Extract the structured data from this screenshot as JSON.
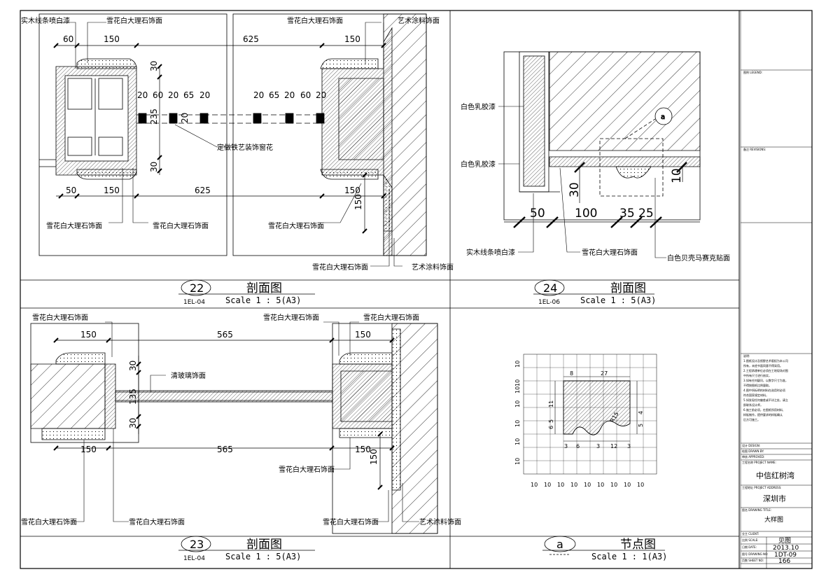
{
  "materials": {
    "marble": "雪花白大理石饰面",
    "wood_paint": "实木线条喷白漆",
    "art_coating": "艺术涂料饰面",
    "iron_grille": "定做铁艺装饰窗花",
    "latex_paint": "白色乳胶漆",
    "mosaic": "白色贝壳马赛克贴面",
    "glass": "清玻璃饰面"
  },
  "sections": {
    "s22": {
      "number": "22",
      "ref": "1EL-04",
      "title": "剖面图",
      "scale": "Scale 1 : 5(A3)"
    },
    "s24": {
      "number": "24",
      "ref": "1EL-06",
      "title": "剖面图",
      "scale": "Scale 1 : 5(A3)"
    },
    "s23": {
      "number": "23",
      "ref": "1EL-04",
      "title": "剖面图",
      "scale": "Scale 1 : 5(A3)"
    },
    "sa": {
      "number": "a",
      "ref": "",
      "title": "节点图",
      "scale": "Scale 1 : 1(A3)"
    }
  },
  "dims22": {
    "top": [
      "60",
      "150",
      "625",
      "150"
    ],
    "grille": [
      "20",
      "60",
      "20",
      "65",
      "20",
      "20",
      "65",
      "20",
      "60",
      "20"
    ],
    "vertical": [
      "30",
      "235",
      "20",
      "30"
    ],
    "bottom": [
      "50",
      "150",
      "625",
      "150"
    ]
  },
  "dims24": {
    "bottom": [
      "50",
      "100",
      "35",
      "25"
    ],
    "vertical": [
      "30",
      "10"
    ]
  },
  "dims23": {
    "top": [
      "150",
      "565",
      "150"
    ],
    "vertical": [
      "30",
      "135",
      "30"
    ],
    "bottom": [
      "150",
      "565",
      "150"
    ]
  },
  "dimsA": {
    "top": [
      "8",
      "27"
    ],
    "left": [
      "10",
      "10",
      "10",
      "10",
      "5",
      "6",
      "10",
      "10",
      "10"
    ],
    "inner": [
      "11",
      "3",
      "6",
      "3",
      "12",
      "3",
      "4",
      "5",
      "R15"
    ],
    "bottom": [
      "10",
      "10",
      "10",
      "10",
      "10",
      "10",
      "10",
      "10",
      "10"
    ]
  },
  "title_block": {
    "legend_label": "图例 LEGEND:",
    "revisions_label": "备注 REVISIONS:",
    "notes_label": "说明:",
    "notes": [
      "1.图纸设计及视野艺术版权为本公司",
      "所有，未经书面同意不得采用。",
      "2.工程承建单位必须在工地现场对图",
      "中所有尺寸进行核实，",
      "3.如有任何疑问，以数字尺寸为准，",
      "不得按图纸比例量取。",
      "4.图中所标明的材料在选用时必须",
      "符合国家规定材料，",
      "5.如发现任何偏差或不详之处，请立",
      "即联系设计师，",
      "6.施工前必须，在图纸所用材料、",
      "样板制作，提供要求的样板确认",
      "后方可施工。"
    ],
    "design_label": "设计 DESIGN:",
    "drawn_label": "绘图 DRAWN BY:",
    "approved_label": "审核 APPROVED:",
    "project_label": "工程名称 PROJECT NAME:",
    "project_name": "中信红树湾",
    "address_label": "工程地址 PROJECT ADDRESS:",
    "address": "深圳市",
    "drawing_label": "图名 DRAWING TITLE:",
    "drawing_title": "大样图",
    "client_label": "业主 CLIENT:",
    "scale_label": "比例 SCALE:",
    "scale_value": "见图",
    "date_label": "日期 DATE:",
    "date_value": "2013.10",
    "drawing_no_label": "图号 DRAWING NO:",
    "drawing_no": "1DT-09",
    "sheet_no_label": "页数 SHEET NO:",
    "sheet_no": "166"
  }
}
